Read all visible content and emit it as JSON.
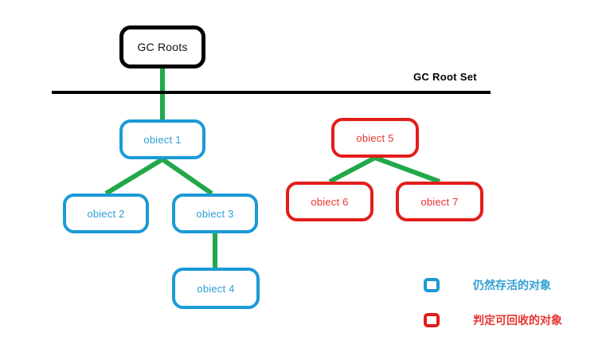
{
  "diagram": {
    "root_set_label": "GC Root Set",
    "colors": {
      "live": "#1b9ad6",
      "dead": "#e31d1a",
      "edge": "#22a84a",
      "root": "#000000"
    },
    "nodes": [
      {
        "id": "gc-roots",
        "label": "GC Roots",
        "kind": "root"
      },
      {
        "id": "object-1",
        "label": "obiect 1",
        "kind": "live"
      },
      {
        "id": "object-2",
        "label": "obiect 2",
        "kind": "live"
      },
      {
        "id": "object-3",
        "label": "obiect 3",
        "kind": "live"
      },
      {
        "id": "object-4",
        "label": "obiect 4",
        "kind": "live"
      },
      {
        "id": "object-5",
        "label": "obiect 5",
        "kind": "dead"
      },
      {
        "id": "object-6",
        "label": "obiect 6",
        "kind": "dead"
      },
      {
        "id": "object-7",
        "label": "obiect 7",
        "kind": "dead"
      }
    ],
    "edges": [
      {
        "from": "gc-roots",
        "to": "object-1"
      },
      {
        "from": "object-1",
        "to": "object-2"
      },
      {
        "from": "object-1",
        "to": "object-3"
      },
      {
        "from": "object-3",
        "to": "object-4"
      },
      {
        "from": "object-5",
        "to": "object-6"
      },
      {
        "from": "object-5",
        "to": "object-7"
      }
    ]
  },
  "legend": {
    "items": [
      {
        "swatch": "live-swatch-icon",
        "text": "仍然存活的对象"
      },
      {
        "swatch": "dead-swatch-icon",
        "text": "判定可回收的对象"
      }
    ]
  }
}
